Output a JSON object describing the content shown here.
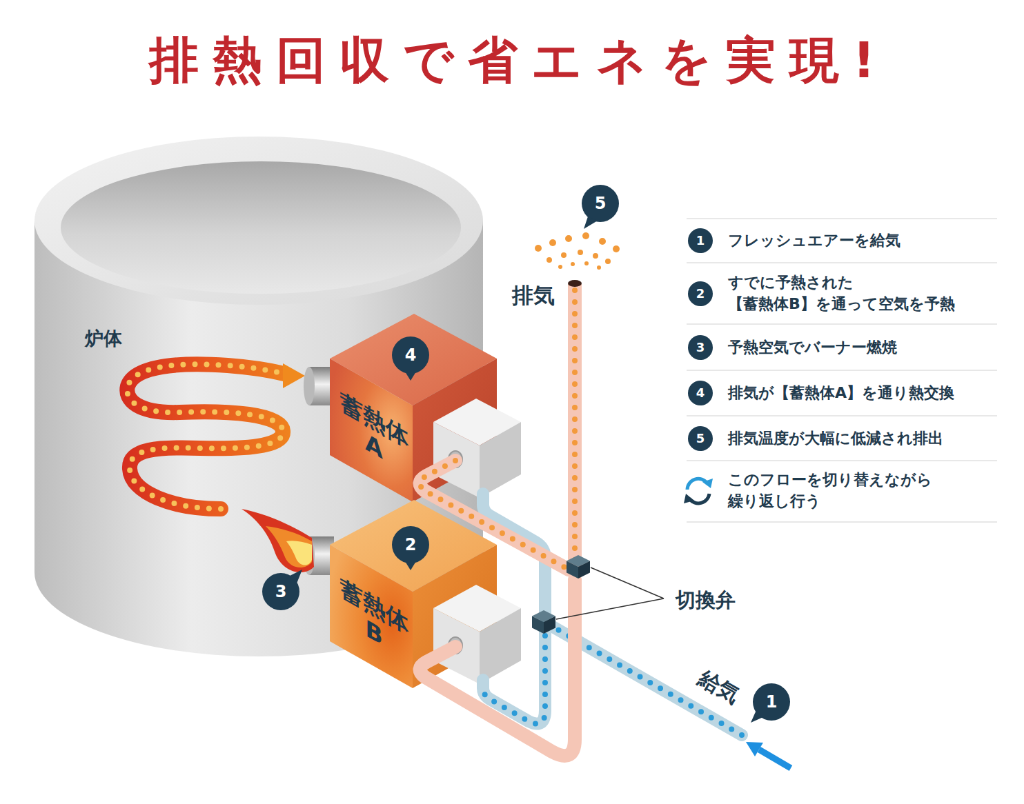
{
  "diagram": {
    "title": "排熱回収で省エネを実現!",
    "nodes": [
      {
        "text": [
          "炉体"
        ]
      },
      {
        "text": [
          "蓄熱体 A"
        ]
      },
      {
        "text": [
          "蓄熱体 B"
        ]
      }
    ],
    "labels": [
      "5",
      "排気",
      "4",
      "2",
      "3",
      "切換弁",
      "給気",
      "1",
      "1",
      "2",
      "3",
      "4",
      "5"
    ],
    "legend": [
      {
        "text": "フレッシュエアーを給気"
      },
      {
        "text": "すでに予熱された 【蓄熱体B】を通って空気を予熱"
      },
      {
        "text": "予熱空気でバーナー燃焼"
      },
      {
        "text": "排気が【蓄熱体A】を通り熱交換"
      },
      {
        "text": "排気温度が大幅に低減され排出"
      },
      {
        "text": "このフローを切り替えながら 繰り返し行う"
      }
    ]
  }
}
